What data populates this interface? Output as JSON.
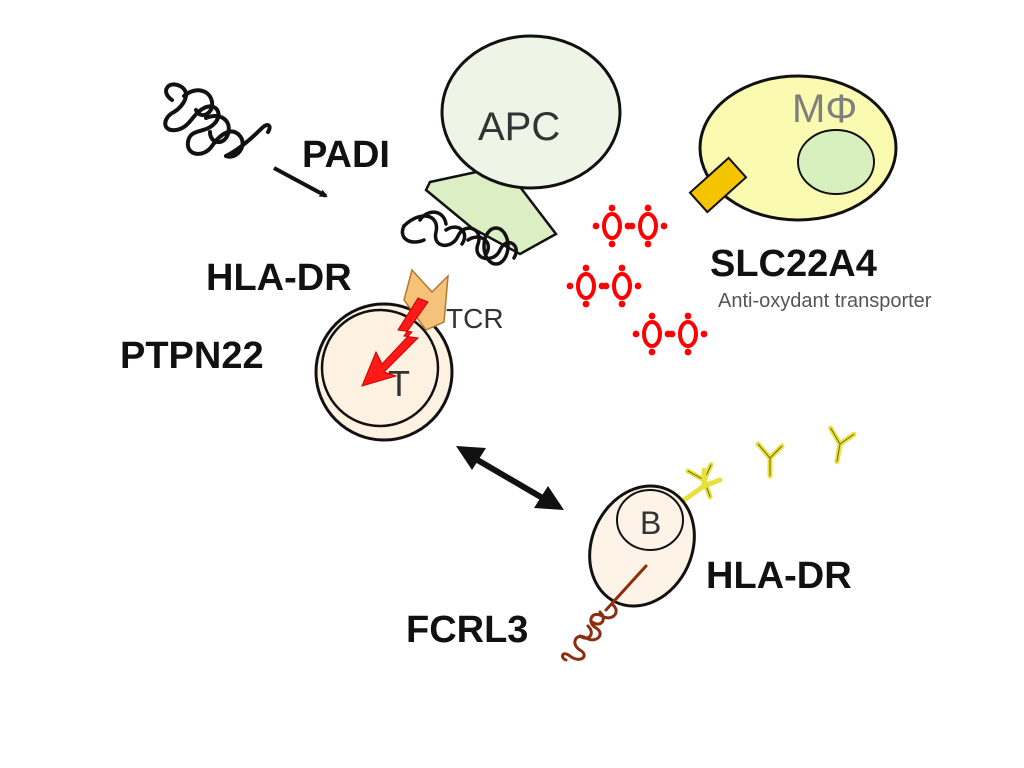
{
  "labels": {
    "padi": "PADI",
    "apc": "APC",
    "macrophage": "MΦ",
    "slc22a4": "SLC22A4",
    "slc22a4_note": "Anti-oxydant transporter",
    "hla_dr_top": "HLA-DR",
    "tcr": "TCR",
    "ptpn22": "PTPN22",
    "t_cell": "T",
    "b_cell": "B",
    "hla_dr_bottom": "HLA-DR",
    "fcrl3": "FCRL3"
  },
  "colors": {
    "apc_fill": "#eef5e6",
    "apc_mhc": "#dcefc4",
    "macrophage_fill": "#fafab0",
    "macrophage_nucleus": "#d8efbe",
    "receptor": "#f5c400",
    "oxidant": "#ff0000",
    "tcell_fill": "#fdf1e2",
    "tcr_fill": "#f6c27a",
    "signal": "#ff1a1a",
    "bcell_fill": "#fdf3e6",
    "antibody": "#e8e03c",
    "fcrl3": "#8b2d0e",
    "outline": "#111111"
  },
  "icons": {
    "peptide": "coil-icon",
    "signal": "lightning-bolt-icon",
    "interaction": "double-arrow-icon",
    "antibody": "y-antibody-icon",
    "oxidant": "ros-molecule-icon"
  }
}
